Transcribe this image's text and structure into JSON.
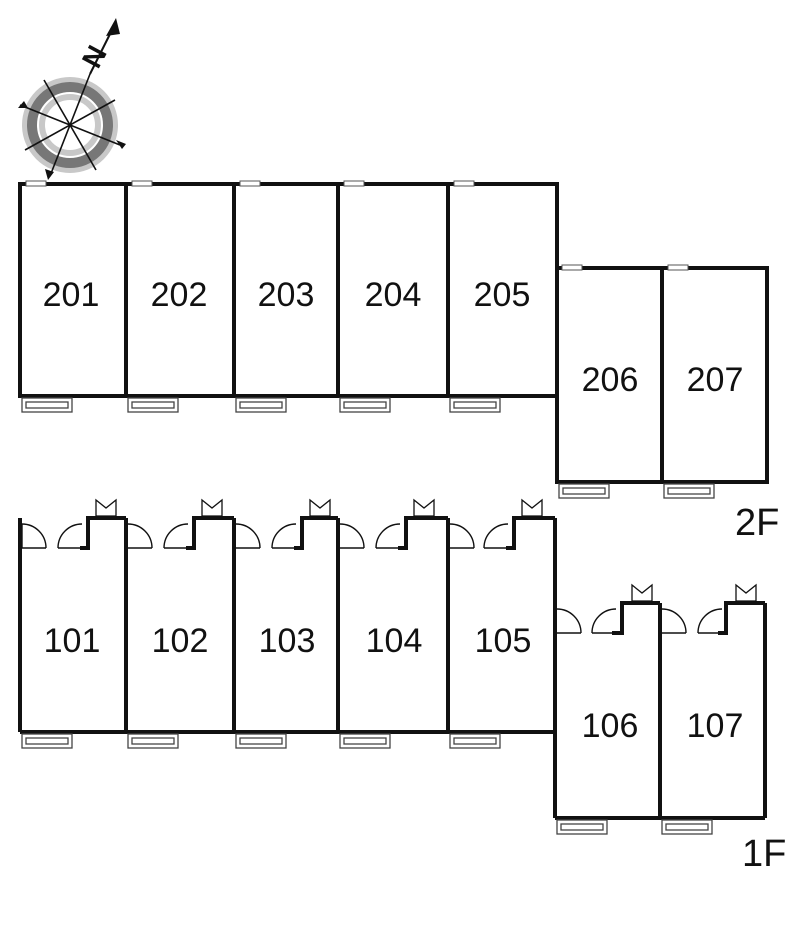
{
  "compass": {
    "north_label": "N",
    "icon": "compass-rose"
  },
  "floors": [
    {
      "label": "2F",
      "units": [
        "201",
        "202",
        "203",
        "204",
        "205",
        "206",
        "207"
      ]
    },
    {
      "label": "1F",
      "units": [
        "101",
        "102",
        "103",
        "104",
        "105",
        "106",
        "107"
      ]
    }
  ],
  "colors": {
    "wall": "#111111",
    "compass_ring_outer": "#777777",
    "compass_ring_inner": "#c8c8c8"
  }
}
